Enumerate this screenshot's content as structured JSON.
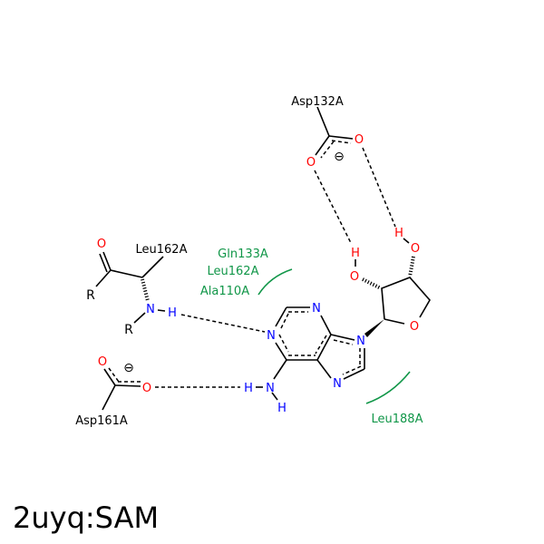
{
  "title": "2uyq:SAM",
  "residues": {
    "asp132": "Asp132A",
    "leu162_hbond": "Leu162A",
    "asp161": "Asp161A",
    "hydrophobic_1": [
      "Gln133A",
      "Leu162A",
      "Ala110A"
    ],
    "hydrophobic_2": "Leu188A"
  },
  "atoms": {
    "O": "O",
    "N": "N",
    "H": "H",
    "R": "R",
    "minus": "⊖"
  },
  "colors": {
    "oxygen": "#ff0000",
    "nitrogen": "#0000ff",
    "hydrophobic": "#109648"
  }
}
